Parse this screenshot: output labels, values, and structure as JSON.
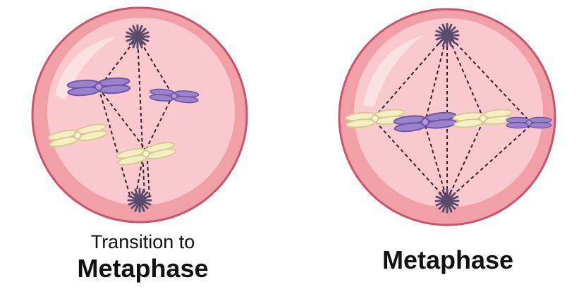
{
  "panels": [
    {
      "id": "transition",
      "caption_sub": "Transition to",
      "caption_main": "Metaphase"
    },
    {
      "id": "metaphase",
      "caption_main": "Metaphase"
    }
  ],
  "colors": {
    "cell_outer": "#f1a0a8",
    "cell_inner": "#f9c9cd",
    "cell_border": "#c9546c",
    "centrosome": "#5a4a6b",
    "spindle": "#3a1f2c",
    "chromosome_purple": "#9a82cc",
    "chromosome_purple_edge": "#6e56a8",
    "chromosome_yellow": "#f7efc4",
    "chromosome_yellow_edge": "#d4c98e"
  }
}
